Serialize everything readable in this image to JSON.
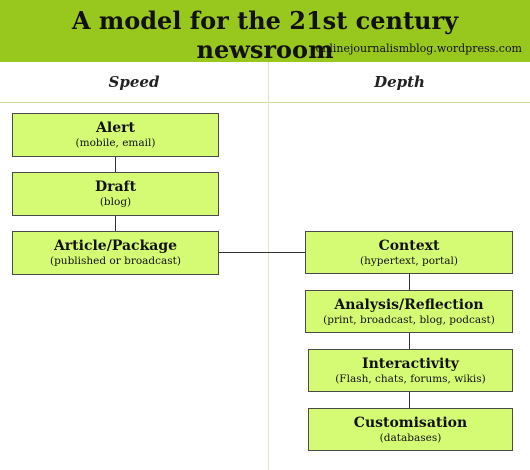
{
  "header": {
    "title": "A model for the 21st century newsroom",
    "source": "onlinejournalismblog.wordpress.com"
  },
  "columns": {
    "left": "Speed",
    "right": "Depth"
  },
  "speed_boxes": [
    {
      "title": "Alert",
      "sub": "(mobile, email)"
    },
    {
      "title": "Draft",
      "sub": "(blog)"
    },
    {
      "title": "Article/Package",
      "sub": "(published or broadcast)"
    }
  ],
  "depth_boxes": [
    {
      "title": "Context",
      "sub": "(hypertext, portal)"
    },
    {
      "title": "Analysis/Reflection",
      "sub": "(print, broadcast, blog, podcast)"
    },
    {
      "title": "Interactivity",
      "sub": "(Flash, chats, forums, wikis)"
    },
    {
      "title": "Customisation",
      "sub": "(databases)"
    }
  ],
  "colors": {
    "header_bg": "#98c71e",
    "box_fill": "#d5fb74",
    "box_border": "#4a4a4a"
  }
}
